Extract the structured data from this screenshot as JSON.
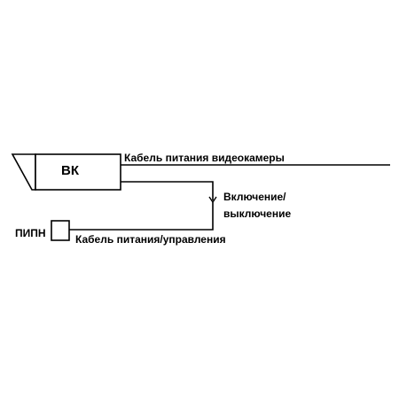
{
  "diagram": {
    "camera": {
      "label": "ВК"
    },
    "psu": {
      "label": "ПИПН"
    },
    "labels": {
      "camera_power_cable": "Кабель питания видеокамеры",
      "switch_line1": "Включение/",
      "switch_line2": "выключение",
      "power_control_cable": "Кабель питания/управления"
    },
    "colors": {
      "stroke": "#000000",
      "background": "#ffffff"
    }
  }
}
